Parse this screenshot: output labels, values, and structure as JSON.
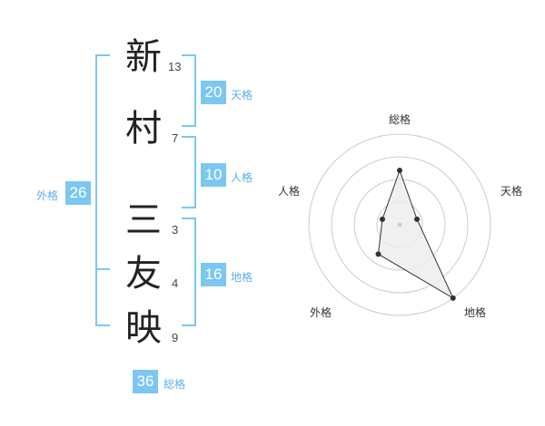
{
  "name": {
    "chars": [
      {
        "char": "新",
        "strokes": "13"
      },
      {
        "char": "村",
        "strokes": "7"
      },
      {
        "char": "三",
        "strokes": "3"
      },
      {
        "char": "友",
        "strokes": "4"
      },
      {
        "char": "映",
        "strokes": "9"
      }
    ]
  },
  "kaku": {
    "tenkaku": {
      "value": "20",
      "label": "天格"
    },
    "jinkaku": {
      "value": "10",
      "label": "人格"
    },
    "chikaku": {
      "value": "16",
      "label": "地格"
    },
    "gaikaku": {
      "value": "26",
      "label": "外格"
    },
    "soukaku": {
      "value": "36",
      "label": "総格"
    }
  },
  "chart_data": {
    "type": "radar",
    "axes": [
      "総格",
      "天格",
      "地格",
      "外格",
      "人格"
    ],
    "values": [
      3,
      1,
      5,
      2,
      1
    ],
    "range": [
      0,
      5
    ],
    "ring_count": 4,
    "colors": {
      "fill": "#ececec",
      "line": "#333333",
      "ring": "#cccccc"
    }
  },
  "colors": {
    "accent": "#7cc7f2"
  }
}
